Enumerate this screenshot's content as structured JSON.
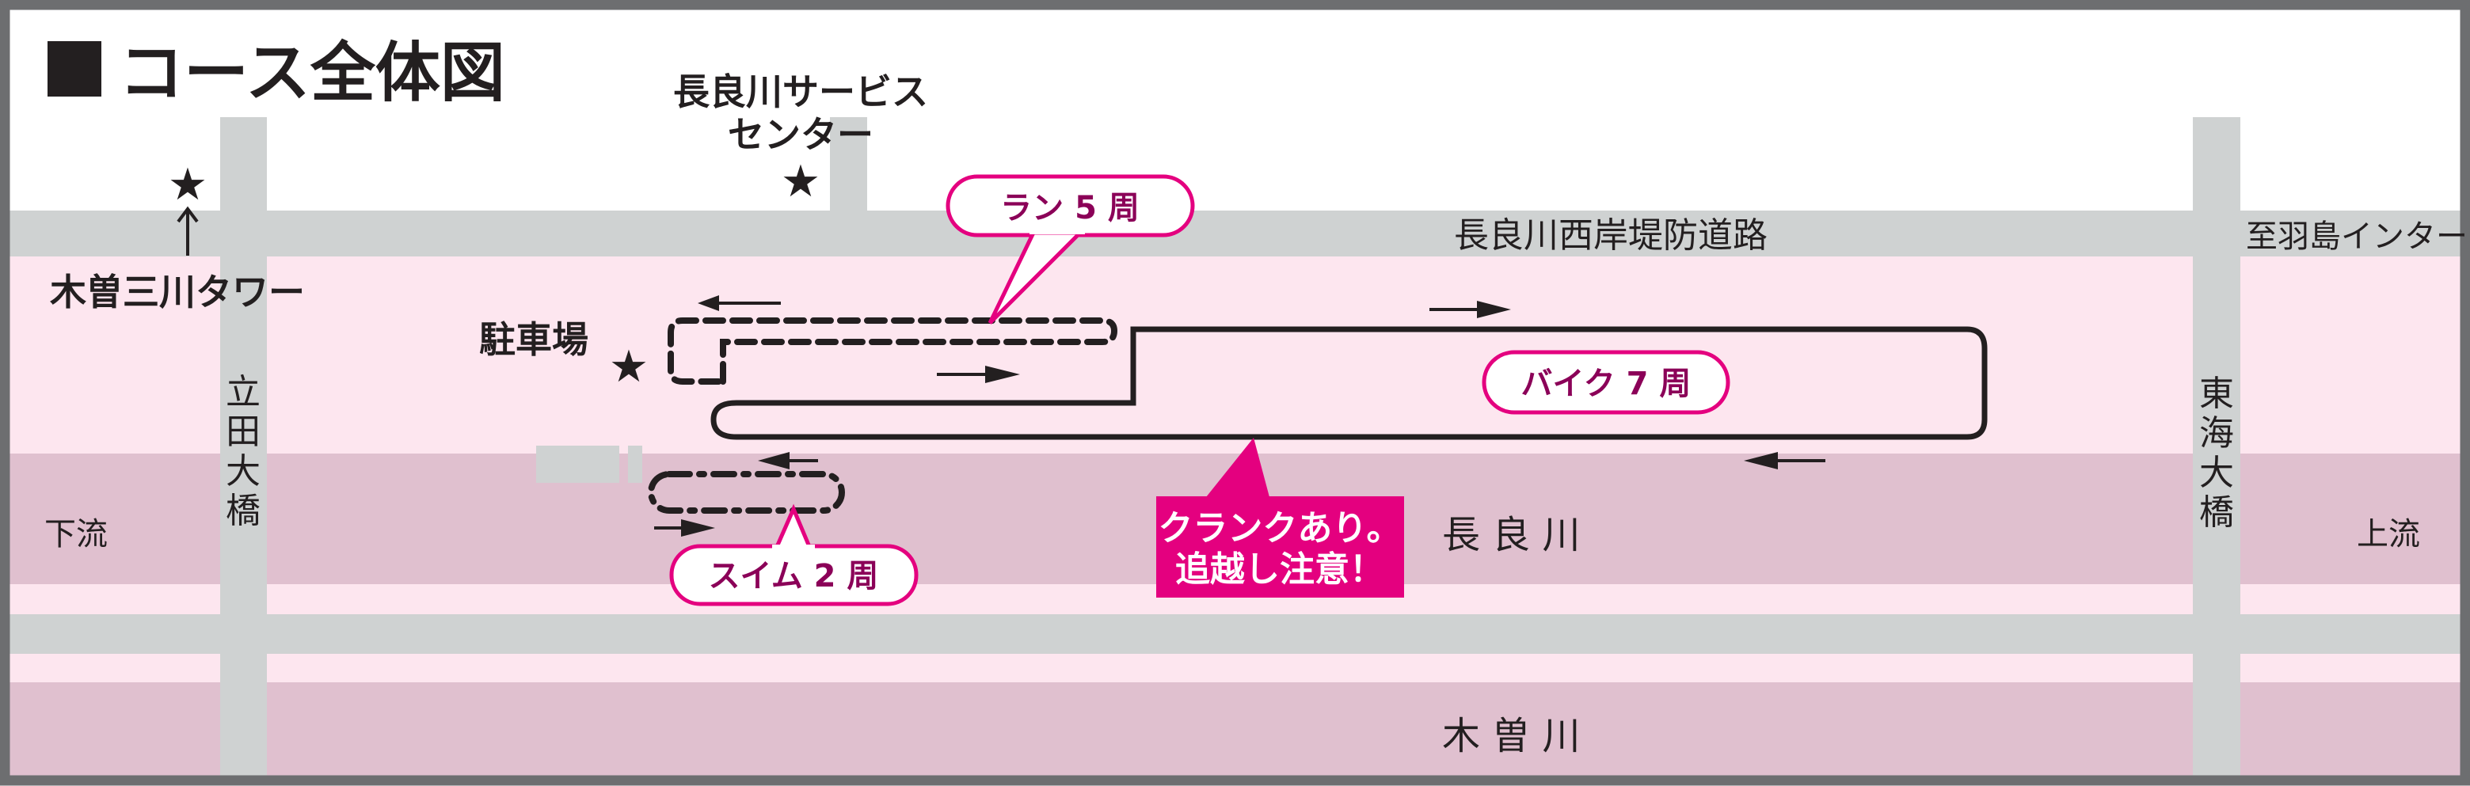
{
  "title": {
    "icon": "black-square-icon",
    "text": "コース全体図"
  },
  "colors": {
    "border": "#6d6e70",
    "road": "#cfd2d2",
    "bank": "#fde6ef",
    "river": "#e0c0cf",
    "course": "#231f20",
    "accent": "#e4007f",
    "label_text": "#8b0058"
  },
  "landmarks": {
    "tower": "木曽三川タワー",
    "service_center_line1": "長良川サービス",
    "service_center_line2": "センター",
    "parking": "駐車場"
  },
  "roads": {
    "levee_road": "長良川西岸堤防道路",
    "to_interchange": "至羽島インター",
    "bridge_left": [
      "立",
      "田",
      "大",
      "橋"
    ],
    "bridge_right": [
      "東",
      "海",
      "大",
      "橋"
    ]
  },
  "rivers": {
    "nagara": "長 良 川",
    "kiso": "木 曽 川",
    "downstream": "下流",
    "upstream": "上流"
  },
  "course_labels": {
    "run": "ラン 5 周",
    "bike": "バイク 7 周",
    "swim": "スイム 2 周"
  },
  "warning": {
    "line1": "クランクあり。",
    "line2": "追越し注意！"
  }
}
